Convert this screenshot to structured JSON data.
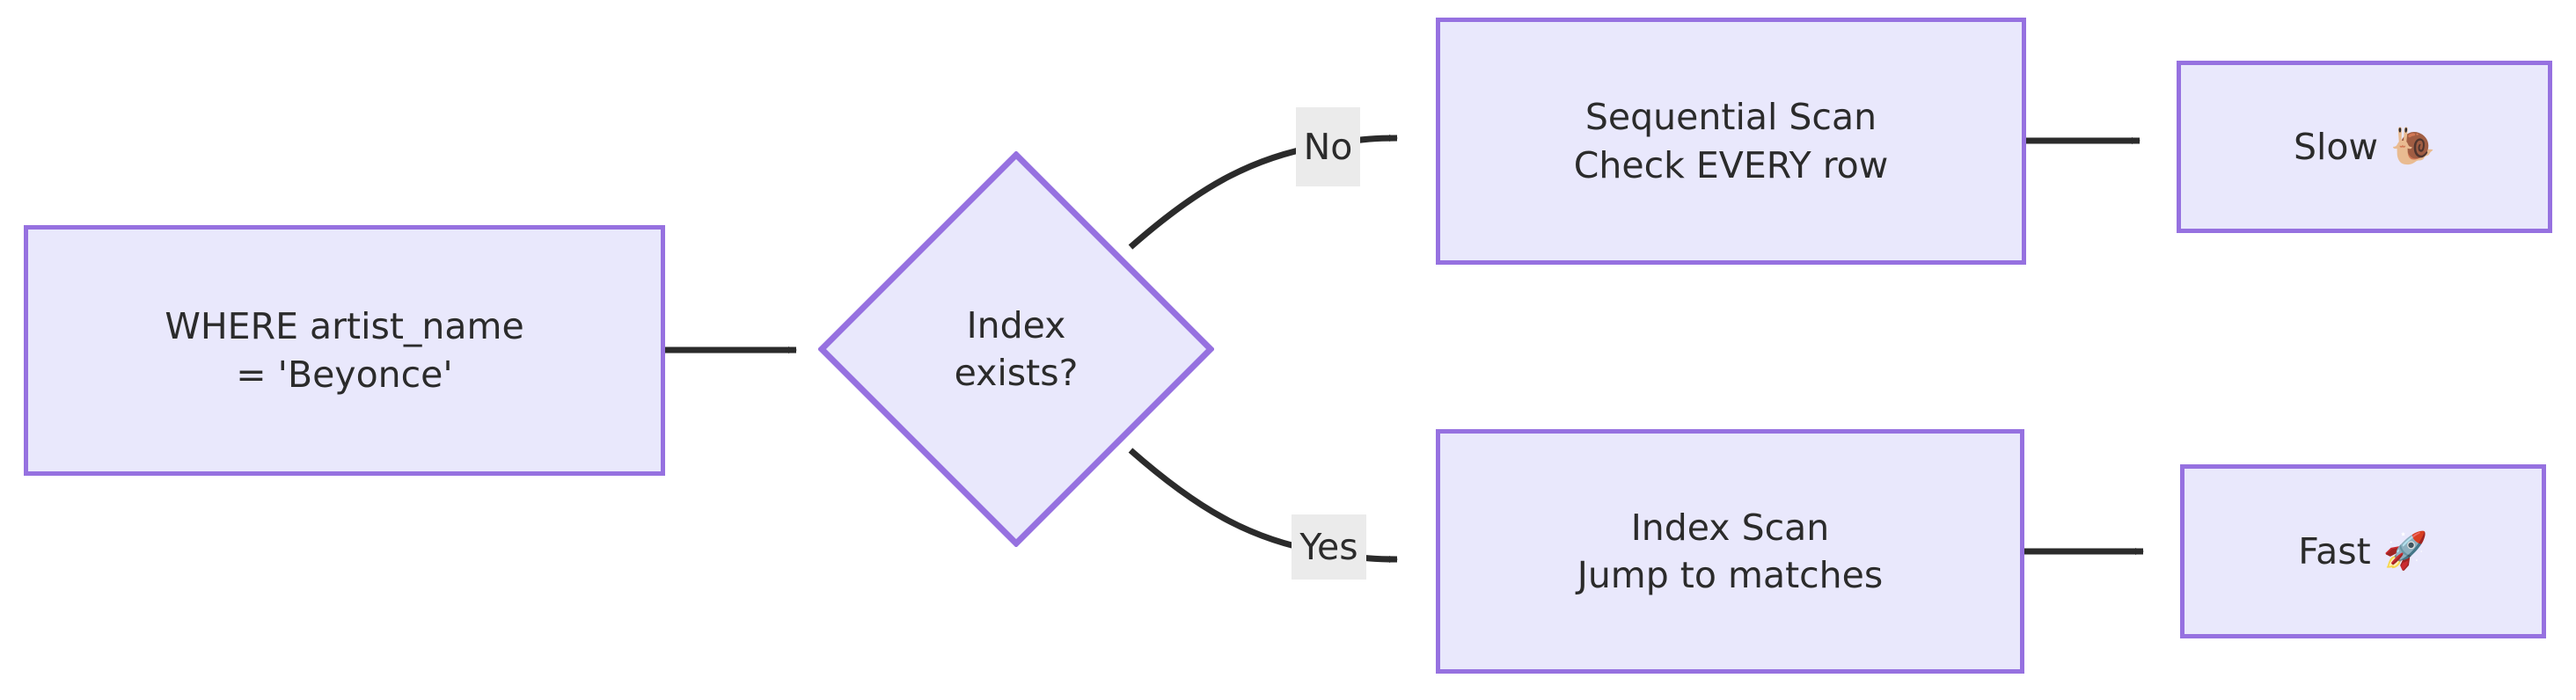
{
  "diagram": {
    "type": "flowchart",
    "direction": "left-to-right",
    "background_color": "#ffffff",
    "node_fill_color": "#e9e8fc",
    "node_border_color": "#9671e0",
    "edge_color": "#2b2b2b",
    "edge_label_background": "#ebebeb",
    "text_color": "#2b2b2b"
  },
  "nodes": {
    "where": {
      "shape": "rectangle",
      "line1": "WHERE artist_name",
      "line2": "= 'Beyonce'"
    },
    "decision": {
      "shape": "diamond",
      "line1": "Index",
      "line2": "exists?"
    },
    "seqscan": {
      "shape": "rectangle",
      "line1": "Sequential Scan",
      "line2": "Check EVERY row"
    },
    "indexscan": {
      "shape": "rectangle",
      "line1": "Index Scan",
      "line2": "Jump to matches"
    },
    "slow": {
      "shape": "rectangle",
      "label": "Slow",
      "emoji": "🐌",
      "emoji_name": "snail-emoji"
    },
    "fast": {
      "shape": "rectangle",
      "label": "Fast",
      "emoji": "🚀",
      "emoji_name": "rocket-emoji"
    }
  },
  "edges": [
    {
      "from": "where",
      "to": "decision",
      "label": ""
    },
    {
      "from": "decision",
      "to": "seqscan",
      "label": "No"
    },
    {
      "from": "decision",
      "to": "indexscan",
      "label": "Yes"
    },
    {
      "from": "seqscan",
      "to": "slow",
      "label": ""
    },
    {
      "from": "indexscan",
      "to": "fast",
      "label": ""
    }
  ],
  "edge_labels": {
    "no": "No",
    "yes": "Yes"
  }
}
